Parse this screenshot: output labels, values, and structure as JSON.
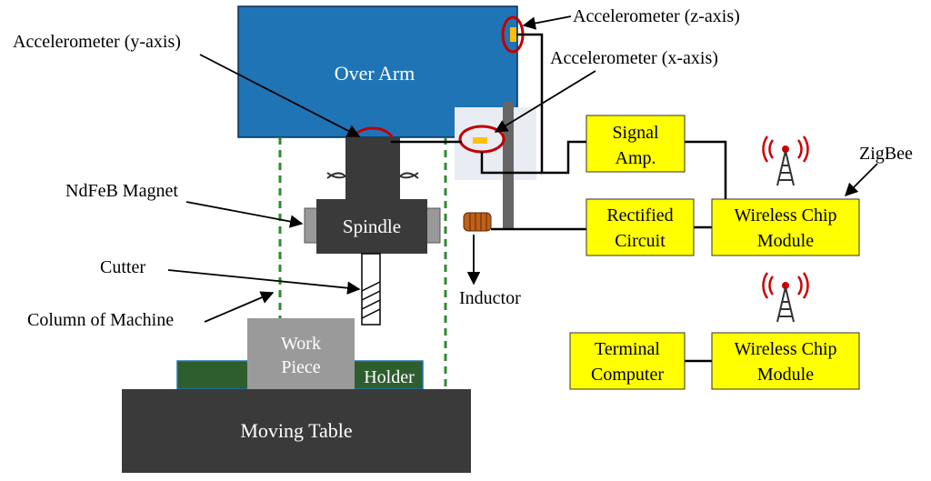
{
  "blocks": {
    "over_arm": "Over Arm",
    "spindle": "Spindle",
    "work_piece_line1": "Work",
    "work_piece_line2": "Piece",
    "holder": "Holder",
    "moving_table": "Moving Table",
    "signal_amp_line1": "Signal",
    "signal_amp_line2": "Amp.",
    "rectified_line1": "Rectified",
    "rectified_line2": "Circuit",
    "wireless1_line1": "Wireless Chip",
    "wireless1_line2": "Module",
    "wireless2_line1": "Wireless Chip",
    "wireless2_line2": "Module",
    "terminal_line1": "Terminal",
    "terminal_line2": "Computer"
  },
  "labels": {
    "acc_z": "Accelerometer (z-axis)",
    "acc_y": "Accelerometer (y-axis)",
    "acc_x": "Accelerometer (x-axis)",
    "magnet": "NdFeB Magnet",
    "cutter": "Cutter",
    "column": "Column of Machine",
    "inductor": "Inductor",
    "zigbee": "ZigBee"
  },
  "colors": {
    "over_arm": "#1f74b6",
    "spindle": "#3a3a3a",
    "table": "#3a3a3a",
    "holder": "#2e5e2e",
    "work_piece": "#9a9a9a",
    "module": "#ffff00",
    "accelerometer": "#ffc000",
    "ring": "#c00000",
    "column_dash": "#2e8b2e",
    "antenna": "#cc0000",
    "inductor": "#c0601a"
  }
}
